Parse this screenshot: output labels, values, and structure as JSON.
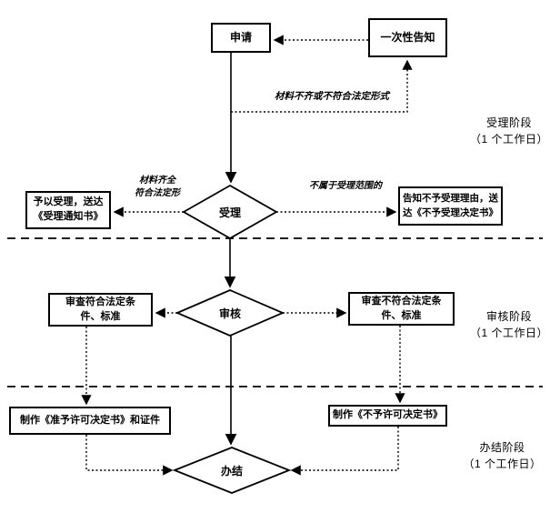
{
  "flowchart": {
    "nodes": {
      "apply": "申请",
      "notice": "一次性告知",
      "accept": "受理",
      "grant": "予以受理，送达\n《受理通知书》",
      "reject": "告知不予受理理由，送\n达《不予受理决定书》",
      "review": "审核",
      "review_pass": "审查符合法定条\n件、标准",
      "review_fail": "审查不符合法定条\n件、标准",
      "make_permit": "制作《准予许可决定书》和证件",
      "make_denial": "制作《不予许可决定书》",
      "finish": "办结"
    },
    "edge_labels": {
      "incomplete": "材料不齐或不符合法定形式",
      "complete": "材料齐全\n符合法定形",
      "out_of_scope": "不属于受理范围的"
    },
    "stages": [
      {
        "label": "受理阶段\n（1 个工作日）"
      },
      {
        "label": "审核阶段\n（1 个工作日）"
      },
      {
        "label": "办结阶段\n（1 个工作日）"
      }
    ],
    "colors": {
      "line": "#000000",
      "background": "#ffffff",
      "text": "#000000"
    }
  }
}
